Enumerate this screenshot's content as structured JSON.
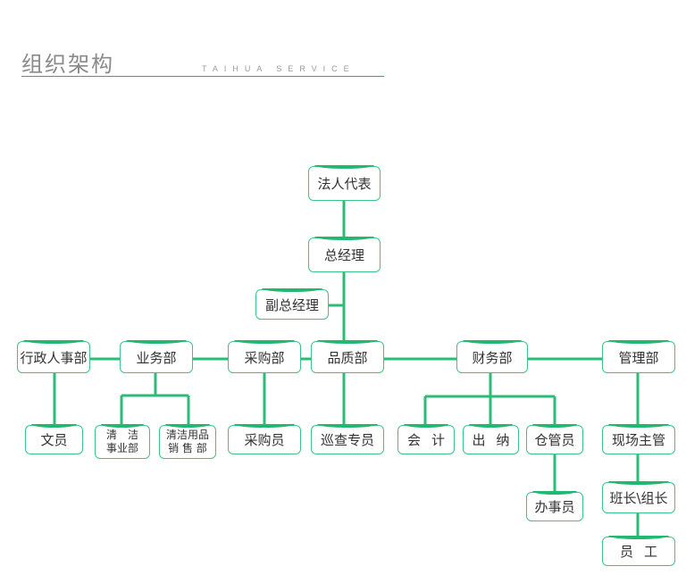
{
  "header": {
    "title": "组织架构",
    "subtitle": "TAIHUA  SERVICE"
  },
  "colors": {
    "line": "#2dbb78",
    "accent": "#23b86f",
    "rule": "#3aa57a"
  },
  "nodes": {
    "legal_rep": "法人代表",
    "gm": "总经理",
    "deputy_gm": "副总经理",
    "admin_hr": "行政人事部",
    "business": "业务部",
    "purchasing": "采购部",
    "quality": "品质部",
    "finance": "财务部",
    "management": "管理部",
    "clerk": "文员",
    "cleaning_div_line1": "清　洁",
    "cleaning_div_line2": "事业部",
    "cleaning_sales_line1": "清洁用品",
    "cleaning_sales_line2": "销 售 部",
    "purchaser": "采购员",
    "inspector": "巡查专员",
    "accountant": "会计",
    "cashier": "出纳",
    "warehouse": "仓管员",
    "office_staff": "办事员",
    "site_supervisor": "现场主管",
    "team_leader": "班长\\组长",
    "staff": "员工"
  }
}
